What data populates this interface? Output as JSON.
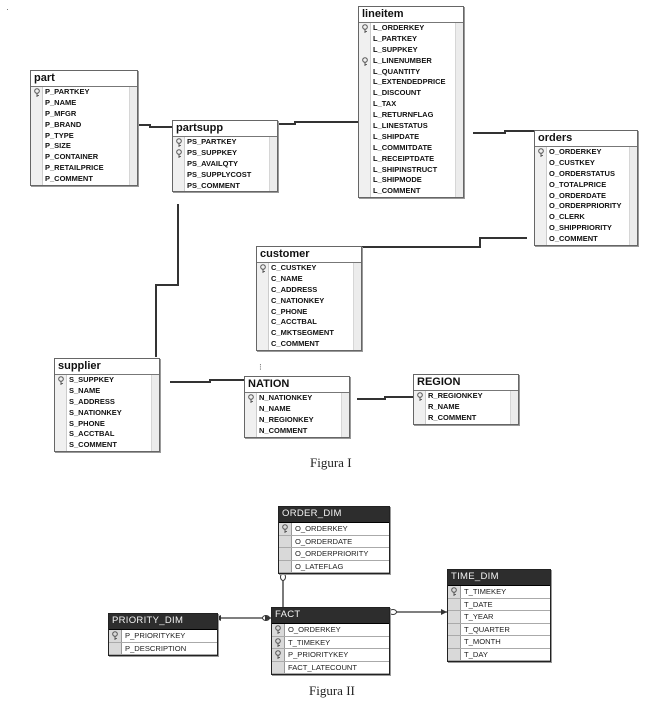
{
  "figure1": {
    "caption": "Figura I",
    "tables": {
      "part": {
        "title": "part",
        "fields": [
          "P_PARTKEY",
          "P_NAME",
          "P_MFGR",
          "P_BRAND",
          "P_TYPE",
          "P_SIZE",
          "P_CONTAINER",
          "P_RETAILPRICE",
          "P_COMMENT"
        ],
        "keys": [
          0
        ]
      },
      "partsupp": {
        "title": "partsupp",
        "fields": [
          "PS_PARTKEY",
          "PS_SUPPKEY",
          "PS_AVAILQTY",
          "PS_SUPPLYCOST",
          "PS_COMMENT"
        ],
        "keys": [
          0,
          1
        ]
      },
      "lineitem": {
        "title": "lineitem",
        "fields": [
          "L_ORDERKEY",
          "L_PARTKEY",
          "L_SUPPKEY",
          "L_LINENUMBER",
          "L_QUANTITY",
          "L_EXTENDEDPRICE",
          "L_DISCOUNT",
          "L_TAX",
          "L_RETURNFLAG",
          "L_LINESTATUS",
          "L_SHIPDATE",
          "L_COMMITDATE",
          "L_RECEIPTDATE",
          "L_SHIPINSTRUCT",
          "L_SHIPMODE",
          "L_COMMENT"
        ],
        "keys": [
          0,
          3
        ]
      },
      "orders": {
        "title": "orders",
        "fields": [
          "O_ORDERKEY",
          "O_CUSTKEY",
          "O_ORDERSTATUS",
          "O_TOTALPRICE",
          "O_ORDERDATE",
          "O_ORDERPRIORITY",
          "O_CLERK",
          "O_SHIPPRIORITY",
          "O_COMMENT"
        ],
        "keys": [
          0
        ]
      },
      "customer": {
        "title": "customer",
        "fields": [
          "C_CUSTKEY",
          "C_NAME",
          "C_ADDRESS",
          "C_NATIONKEY",
          "C_PHONE",
          "C_ACCTBAL",
          "C_MKTSEGMENT",
          "C_COMMENT"
        ],
        "keys": [
          0
        ]
      },
      "supplier": {
        "title": "supplier",
        "fields": [
          "S_SUPPKEY",
          "S_NAME",
          "S_ADDRESS",
          "S_NATIONKEY",
          "S_PHONE",
          "S_ACCTBAL",
          "S_COMMENT"
        ],
        "keys": [
          0
        ]
      },
      "nation": {
        "title": "NATION",
        "fields": [
          "N_NATIONKEY",
          "N_NAME",
          "N_REGIONKEY",
          "N_COMMENT"
        ],
        "keys": [
          0
        ]
      },
      "region": {
        "title": "REGION",
        "fields": [
          "R_REGIONKEY",
          "R_NAME",
          "R_COMMENT"
        ],
        "keys": [
          0
        ]
      }
    }
  },
  "figure2": {
    "caption": "Figura II",
    "tables": {
      "order_dim": {
        "title": "ORDER_DIM",
        "fields": [
          "O_ORDERKEY",
          "O_ORDERDATE",
          "O_ORDERPRIORITY",
          "O_LATEFLAG"
        ],
        "keys": [
          0
        ]
      },
      "time_dim": {
        "title": "TIME_DIM",
        "fields": [
          "T_TIMEKEY",
          "T_DATE",
          "T_YEAR",
          "T_QUARTER",
          "T_MONTH",
          "T_DAY"
        ],
        "keys": [
          0
        ]
      },
      "priority_dim": {
        "title": "PRIORITY_DIM",
        "fields": [
          "P_PRIORITYKEY",
          "P_DESCRIPTION"
        ],
        "keys": [
          0
        ]
      },
      "fact": {
        "title": "FACT",
        "fields": [
          "O_ORDERKEY",
          "T_TIMEKEY",
          "P_PRIORITYKEY",
          "FACT_LATECOUNT"
        ],
        "keys": [
          0,
          1,
          2
        ]
      }
    }
  }
}
